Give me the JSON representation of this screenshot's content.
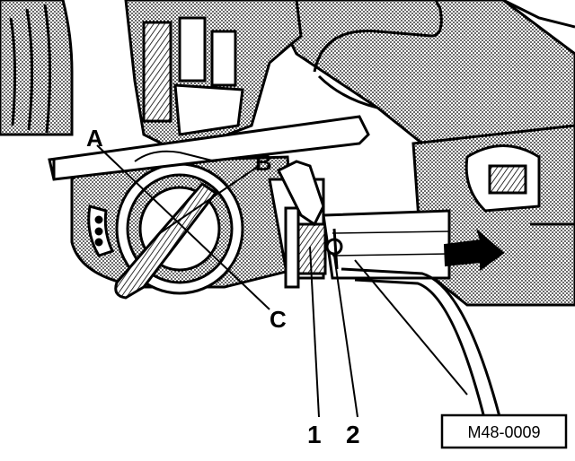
{
  "callouts": {
    "a": "A",
    "b": "B",
    "c": "C",
    "one": "1",
    "two": "2"
  },
  "reference_code": "M48-0009",
  "colors": {
    "ink": "#000000",
    "paper": "#ffffff",
    "shade": "#d9d9d9"
  }
}
